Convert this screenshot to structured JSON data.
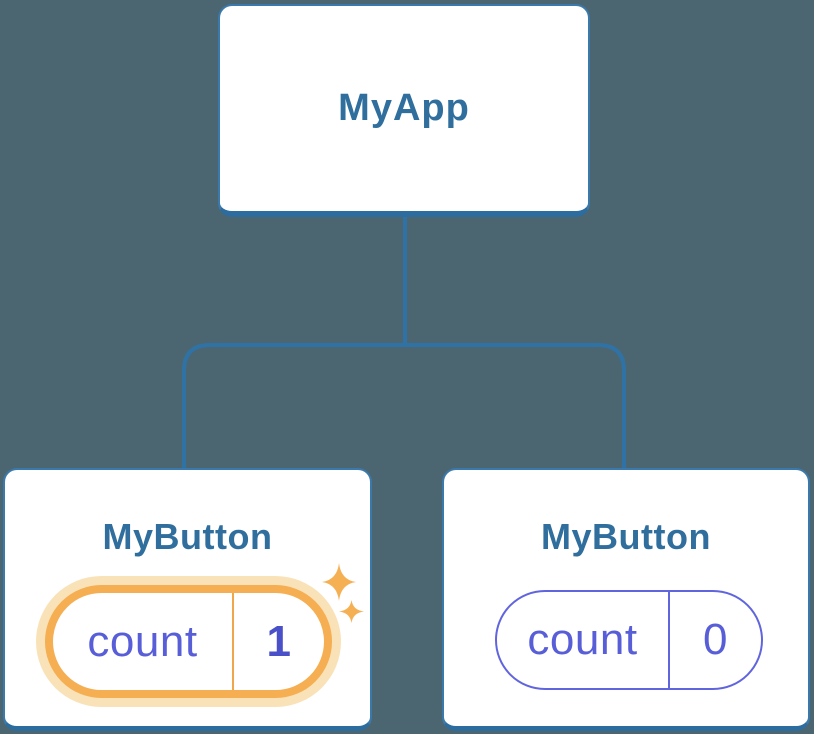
{
  "diagram": {
    "kind": "react-component-tree",
    "root": {
      "title": "MyApp"
    },
    "children": [
      {
        "title": "MyButton",
        "state": {
          "label": "count",
          "value": "1"
        },
        "updated": true
      },
      {
        "title": "MyButton",
        "state": {
          "label": "count",
          "value": "0"
        },
        "updated": false
      }
    ]
  },
  "colors": {
    "background": "#4C6671",
    "card_fill": "#FFFFFF",
    "card_stroke": "#3A79AB",
    "card_stroke_bottom": "#2C6C9E",
    "connector": "#2F72A5",
    "title_text": "#2F6E9D",
    "state_text": "#585ED8",
    "state_border": "#6065DE",
    "state_value_updated": "#4A50C8",
    "highlight_border": "#F5AE52",
    "highlight_halo": "#FAE2B8",
    "highlight_divider": "#F0A74B",
    "sparkle": "#F6B054"
  }
}
